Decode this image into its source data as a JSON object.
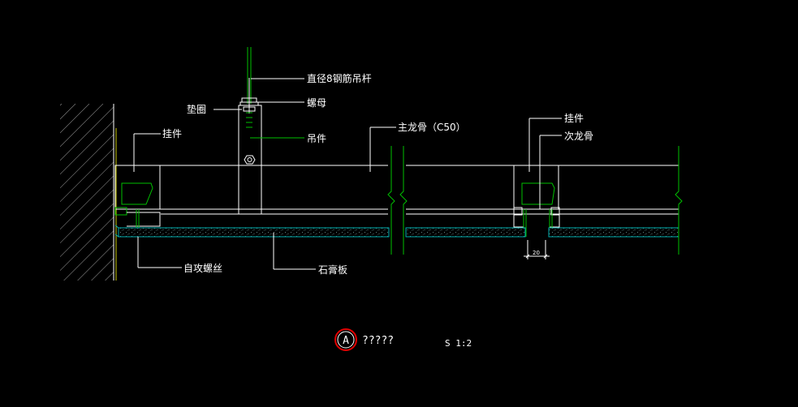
{
  "labels": {
    "rod": "直径8钢筋吊杆",
    "nut": "螺母",
    "washer": "垫圈",
    "hanger": "吊件",
    "clip": "挂件",
    "main_keel": "主龙骨（C50）",
    "secondary_keel": "次龙骨",
    "screw": "自攻螺丝",
    "board": "石膏板",
    "dim": "20"
  },
  "title": {
    "marker": "A",
    "name": "?????",
    "scale": "S 1:2"
  },
  "colors": {
    "background": "#000000",
    "line": "#ffffff",
    "green": "#00c000",
    "cyan": "#00b0b0",
    "marker_ring": "#e00000"
  }
}
